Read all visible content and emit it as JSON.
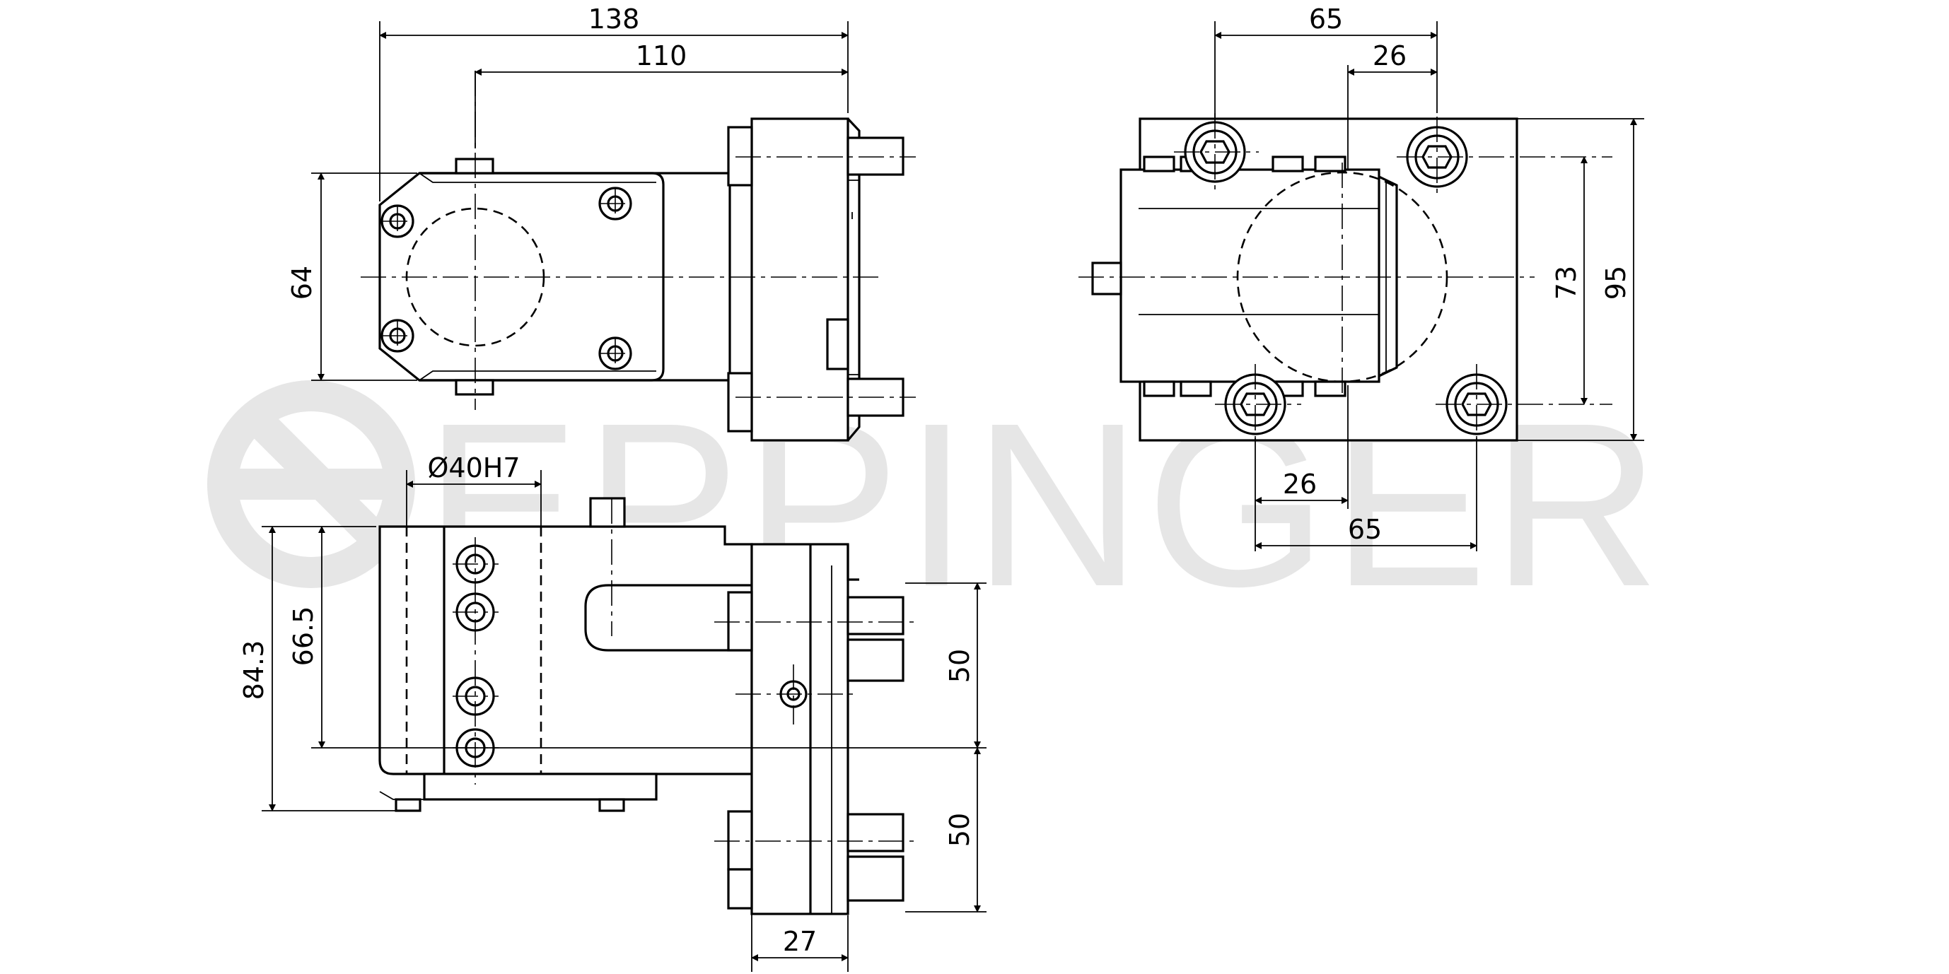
{
  "watermark": {
    "brand": "EPPINGER"
  },
  "dimensions": {
    "top_left_view": {
      "overall_length": "138",
      "bore_offset": "110",
      "height": "64"
    },
    "top_right_view": {
      "width_top": "65",
      "offset_top": "26",
      "height_inner": "73",
      "height_outer": "95",
      "offset_bottom": "26",
      "width_bottom": "65"
    },
    "bottom_view": {
      "bore_diameter": "Ø40H7",
      "height_overall": "84.3",
      "height_axis": "66.5",
      "spacing_upper": "50",
      "spacing_lower": "50",
      "flange_width": "27"
    }
  }
}
